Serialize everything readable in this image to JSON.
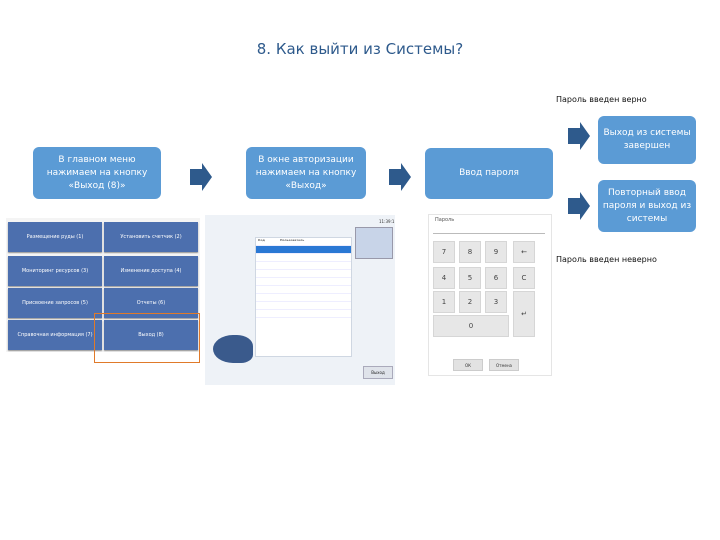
{
  "title": "8. Как выйти из Системы?",
  "steps": {
    "step1": "В главном меню нажимаем на кнопку «Выход (8)»",
    "step2": "В окне авторизации нажимаем на кнопку «Выход»",
    "step3": "Ввод пароля",
    "result_ok": "Выход из системы завершен",
    "result_fail": "Повторный ввод пароля и выход из системы"
  },
  "notes": {
    "correct": "Пароль введен верно",
    "incorrect": "Пароль введен неверно"
  },
  "colors": {
    "box": "#5b9bd5",
    "arrow": "#2e5a8c",
    "highlight": "#e07a2a"
  },
  "menu": {
    "cells": [
      "Размещение руды (1)",
      "Установить счетчик (2)",
      "Мониторинг ресурсов (3)",
      "Изменение доступа (4)",
      "Присвоение запросов (5)",
      "Отчеты (6)",
      "Справочная информация (7)",
      "Выход (8)"
    ]
  },
  "auth": {
    "time": "11:39:1",
    "rows": [
      "Код",
      "Пользователь",
      "",
      "",
      "",
      "",
      "",
      "",
      "",
      "",
      "",
      "",
      "",
      "",
      ""
    ],
    "exit": "Выход"
  },
  "keypad": {
    "label": "Пароль",
    "keys": [
      "7",
      "8",
      "9",
      "←",
      "4",
      "5",
      "6",
      "C",
      "1",
      "2",
      "3",
      "0",
      "↵"
    ],
    "ok": "ОК",
    "cancel": "Отмена"
  }
}
